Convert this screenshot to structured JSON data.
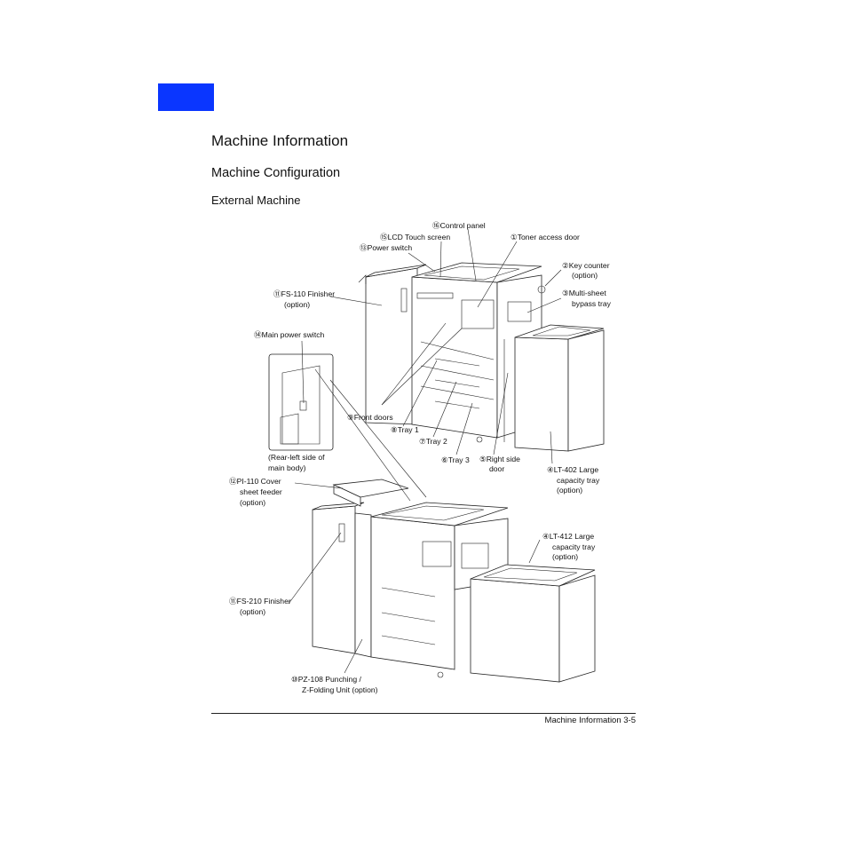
{
  "colors": {
    "accent": "#0a36ff"
  },
  "headings": {
    "title": "Machine Information",
    "section": "Machine Configuration",
    "subsection": "External Machine"
  },
  "labels": {
    "control_panel": "⑯Control panel",
    "lcd_touch_screen": "⑮LCD Touch screen",
    "power_switch": "⑬Power switch",
    "toner_access_door": "①Toner access door",
    "key_counter_1": "②Key counter",
    "key_counter_2": "(option)",
    "bypass_1": "③Multi-sheet",
    "bypass_2": "bypass tray",
    "fs110_1": "⑪FS-110 Finisher",
    "fs110_2": "(option)",
    "main_power_switch": "⑭Main power switch",
    "rear_left_1": "(Rear-left side of",
    "rear_left_2": "main body)",
    "front_doors": "⑨Front doors",
    "tray1": "⑧Tray 1",
    "tray2": "⑦Tray 2",
    "tray3": "⑥Tray 3",
    "right_door_1": "⑤Right side",
    "right_door_2": "door",
    "lt402_1": "④LT-402 Large",
    "lt402_2": "capacity tray",
    "lt402_3": "(option)",
    "pi110_1": "⑫PI-110 Cover",
    "pi110_2": "sheet feeder",
    "pi110_3": "(option)",
    "lt412_1": "④LT-412 Large",
    "lt412_2": "capacity tray",
    "lt412_3": "(option)",
    "fs210_1": "⑪FS-210 Finisher",
    "fs210_2": "(option)",
    "pz108_1": "⑩PZ-108 Punching /",
    "pz108_2": "Z-Folding Unit (option)"
  },
  "footer": {
    "page_label": "Machine Information 3-5"
  }
}
